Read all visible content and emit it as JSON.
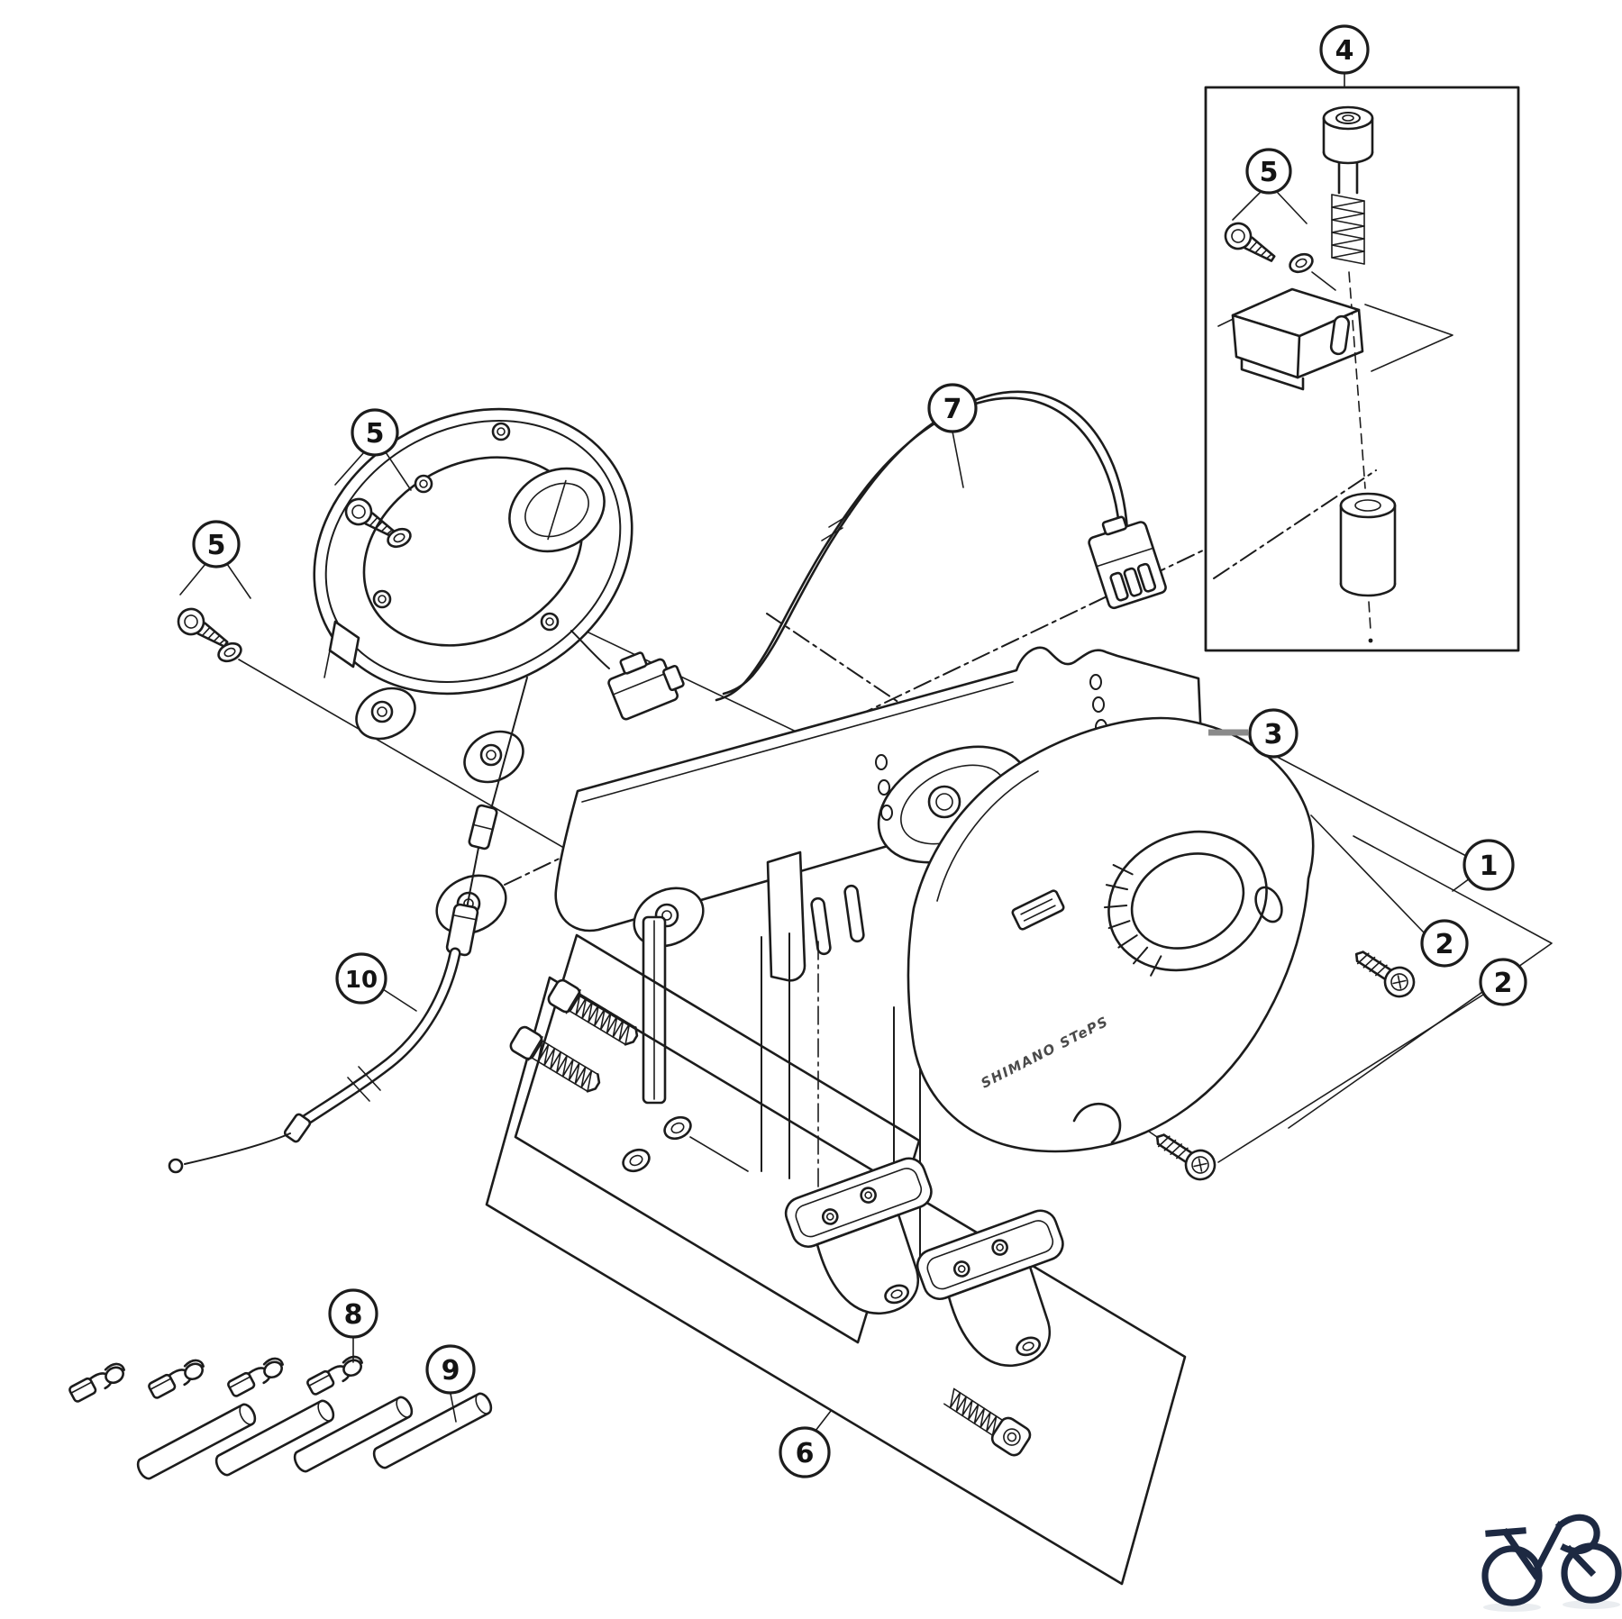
{
  "diagram": {
    "kind": "exploded-parts-diagram",
    "background_color": "#ffffff",
    "line_color": "#1c1c1c",
    "leader_gray": "#8a8a8a"
  },
  "callouts": {
    "c1": {
      "label": "1"
    },
    "c2a": {
      "label": "2"
    },
    "c2b": {
      "label": "2"
    },
    "c3": {
      "label": "3"
    },
    "c4": {
      "label": "4"
    },
    "c5_box": {
      "label": "5"
    },
    "c5_upper": {
      "label": "5"
    },
    "c5_left": {
      "label": "5"
    },
    "c6": {
      "label": "6"
    },
    "c7": {
      "label": "7"
    },
    "c8": {
      "label": "8"
    },
    "c9": {
      "label": "9"
    },
    "c10": {
      "label": "10"
    }
  },
  "cover": {
    "brand_text": "SHIMANO STePS"
  },
  "logo": {
    "name": "bicycle-logo",
    "color": "#1d2942"
  }
}
